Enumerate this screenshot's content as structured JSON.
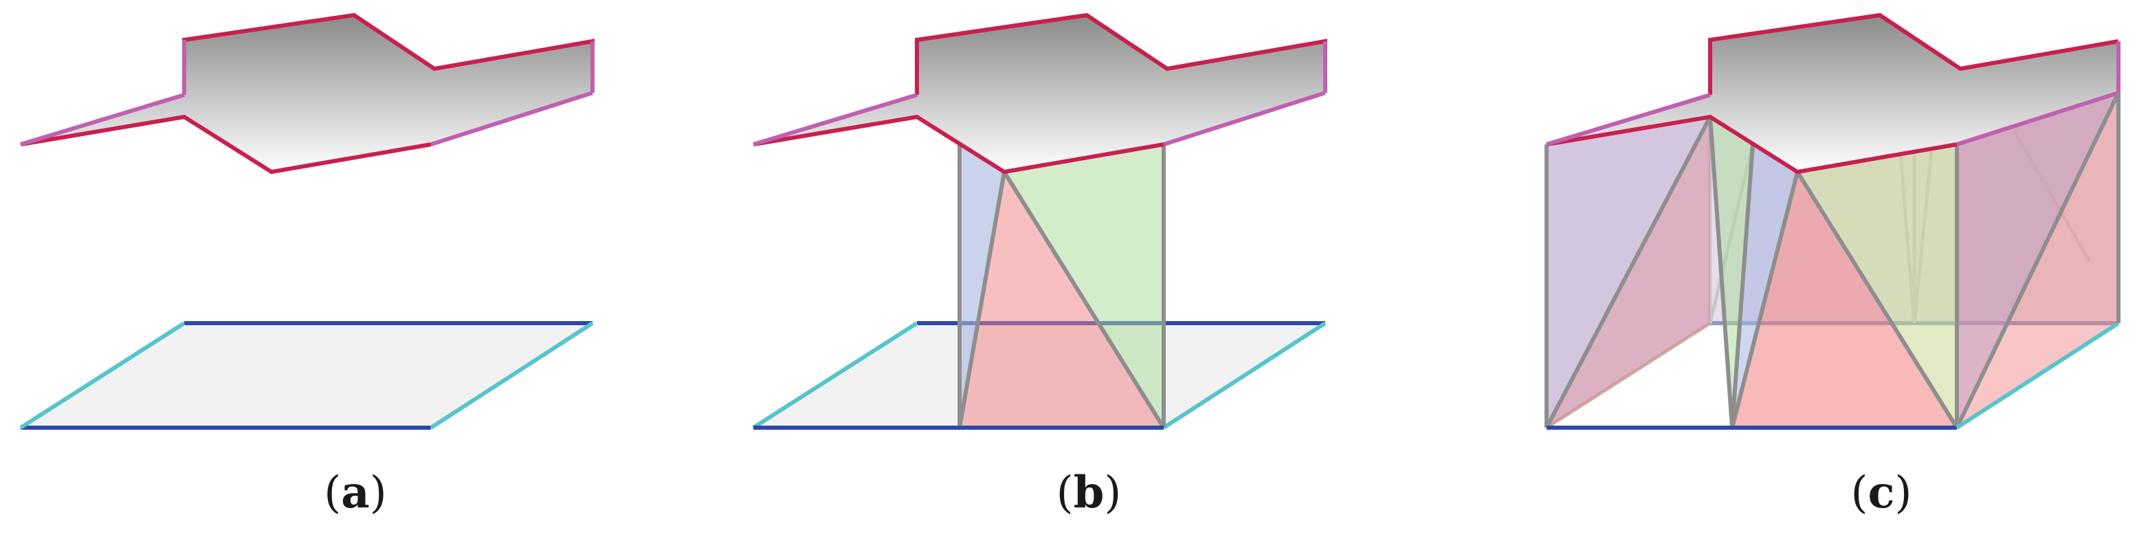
{
  "panels": [
    {
      "id": "a",
      "caption_open": "(",
      "caption_letter": "a",
      "caption_close": ")"
    },
    {
      "id": "b",
      "caption_open": "(",
      "caption_letter": "b",
      "caption_close": ")"
    },
    {
      "id": "c",
      "caption_open": "(",
      "caption_letter": "c",
      "caption_close": ")"
    }
  ],
  "colors": {
    "top_edge": "#c8204f",
    "top_edge_side": "#c060b0",
    "bottom_edge": "#3048a8",
    "bottom_edge_side": "#58c4cc",
    "bottom_fill": "#f2f2f2",
    "top_fill_dark": "#8a8a8a",
    "top_fill_light": "#ffffff",
    "wall_edge": "#8e8e8e",
    "tri_red": "#f08080",
    "tri_green": "#a8dc98",
    "tri_blue": "#a8b4e0",
    "tri_purple": "#b8a0c8"
  }
}
